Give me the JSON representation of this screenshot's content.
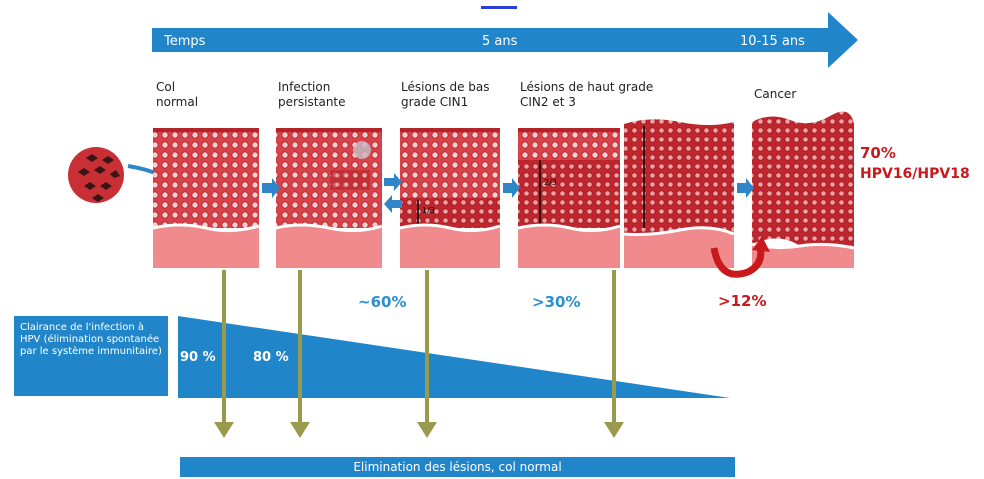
{
  "timeline": {
    "label_start": "Temps",
    "label_mid": "5 ans",
    "label_end": "10-15 ans"
  },
  "stages": [
    {
      "label": "Col\nnormal"
    },
    {
      "label": "Infection\npersistante"
    },
    {
      "label": "Lésions de bas\ngrade CIN1"
    },
    {
      "label": "Lésions de haut grade\nCIN2 et 3"
    },
    {
      "label": "Cancer"
    }
  ],
  "thickness_marks": {
    "cin1": "1/3",
    "cin2": "2/3"
  },
  "progression": {
    "cin1_pct": "~60%",
    "cin23_pct": ">30%",
    "cancer_pct": ">12%",
    "hpv_pct": "70%",
    "hpv_types": "HPV16/HPV18"
  },
  "clearance": {
    "label": "Clairance de l'infection à HPV (élimination spontanée par le système immunitaire)",
    "pct_1": "90 %",
    "pct_2": "80 %"
  },
  "bottom": {
    "label": "Elimination des lésions, col normal"
  },
  "colors": {
    "blue": "#2186c9",
    "tissue_red": "#d93b42",
    "tissue_light": "#f08a8c",
    "olive_arrow": "#9a9a4e",
    "text_red": "#c8191c"
  }
}
